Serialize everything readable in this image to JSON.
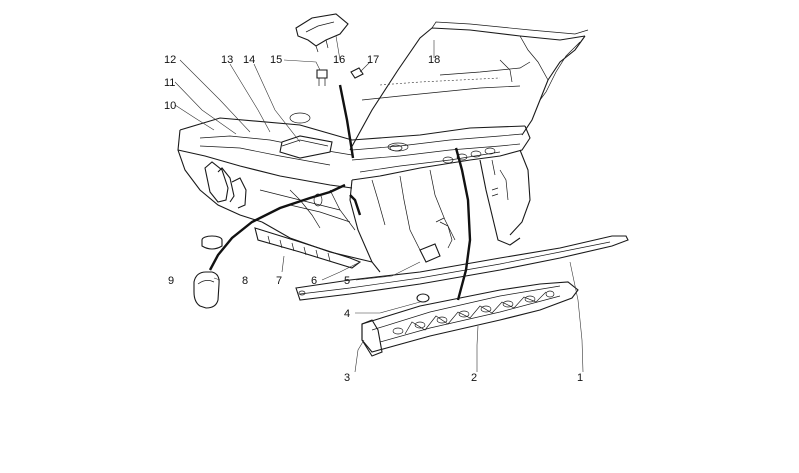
{
  "diagram": {
    "callouts": {
      "p1": "1",
      "p2": "2",
      "p3": "3",
      "p4": "4",
      "p5": "5",
      "p6": "6",
      "p7": "7",
      "p8": "8",
      "p9": "9",
      "p10": "10",
      "p11": "11",
      "p12": "12",
      "p13": "13",
      "p14": "14",
      "p15": "15",
      "p16": "16",
      "p17": "17",
      "p18": "18"
    }
  }
}
